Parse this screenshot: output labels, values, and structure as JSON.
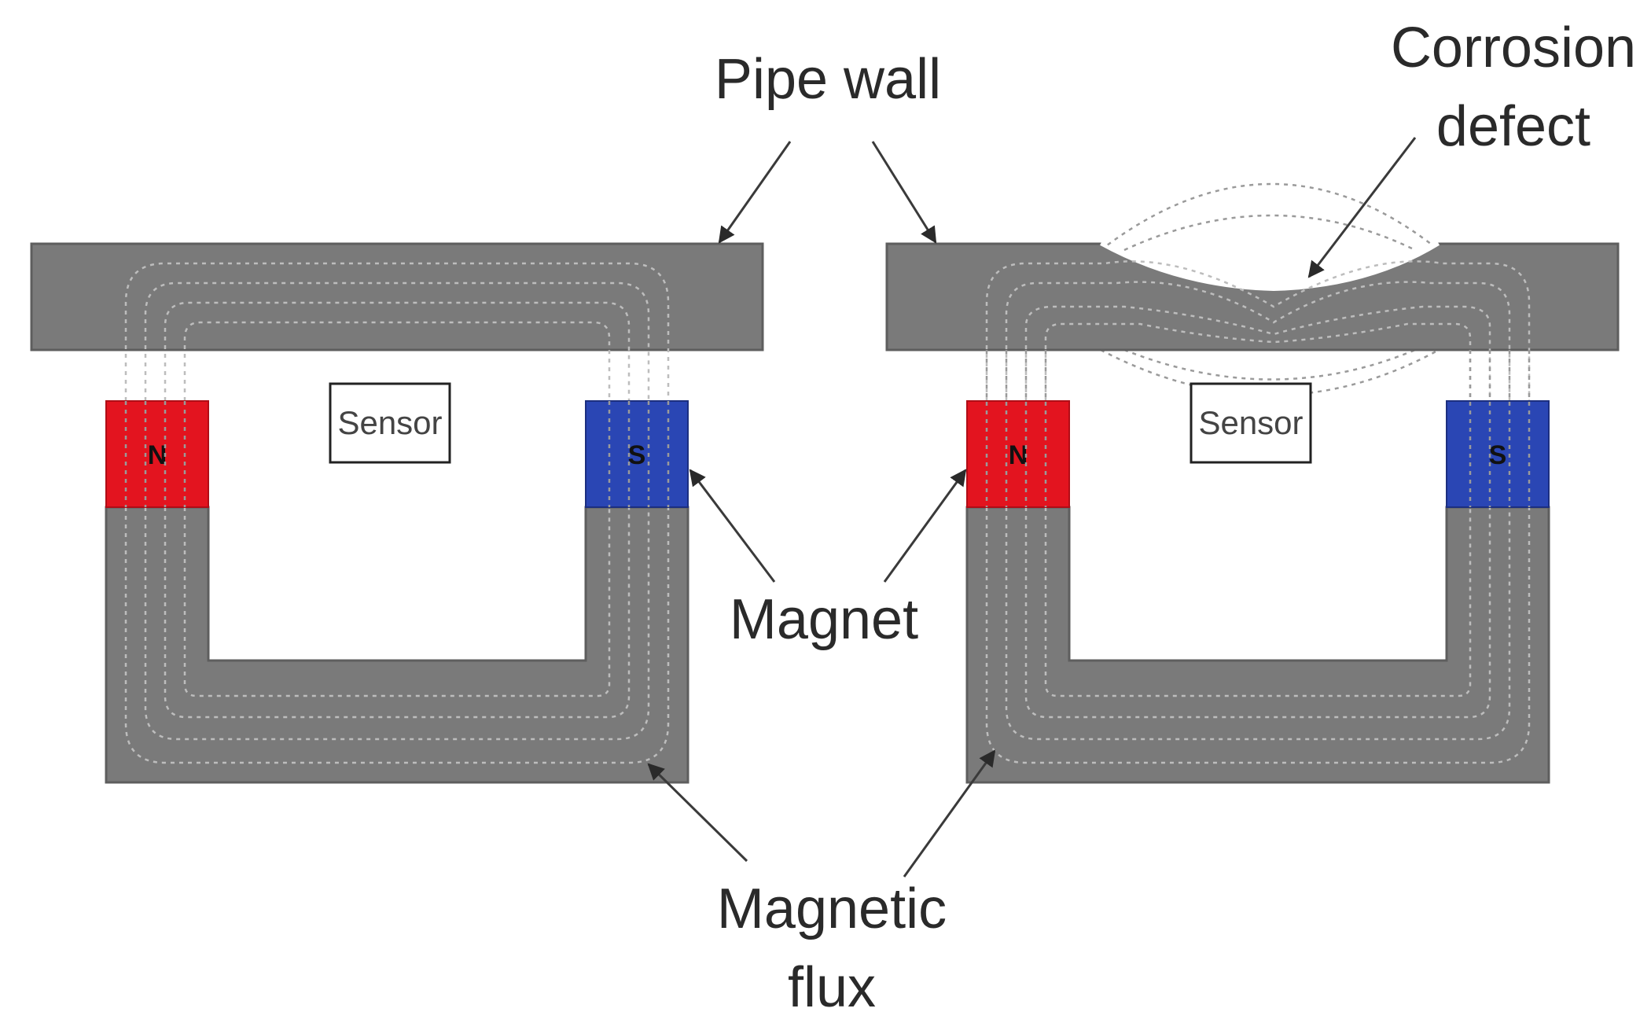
{
  "labels": {
    "pipe_wall": "Pipe wall",
    "corrosion_defect_line1": "Corrosion",
    "corrosion_defect_line2": "defect",
    "magnet": "Magnet",
    "magnetic_flux_line1": "Magnetic",
    "magnetic_flux_line2": "flux",
    "sensor": "Sensor",
    "north_pole": "N",
    "south_pole": "S"
  },
  "colors": {
    "pipe_wall": "#7a7a7a",
    "yoke": "#7a7a7a",
    "north_pole": "#e3141f",
    "south_pole": "#2a46b4",
    "flux_lines": "#bdbdbd",
    "text": "#2a2a2a"
  }
}
